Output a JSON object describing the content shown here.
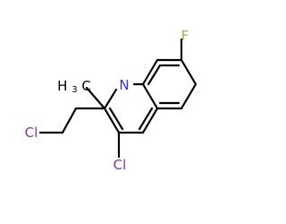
{
  "molecule": {
    "atoms": {
      "fluorine": {
        "label": "F"
      },
      "nitrogen": {
        "label": "N"
      },
      "methyl": {
        "label": "H",
        "subscript": "3",
        "suffix": "C"
      },
      "chloro_ring": {
        "label": "Cl"
      },
      "chloro_chain": {
        "label": "Cl"
      }
    }
  },
  "colors": {
    "bond": "#000000",
    "text": "#000000",
    "nitrogen": "#3333ff",
    "fluorine": "#99b34d",
    "chlorine": "#7a3a8f"
  }
}
